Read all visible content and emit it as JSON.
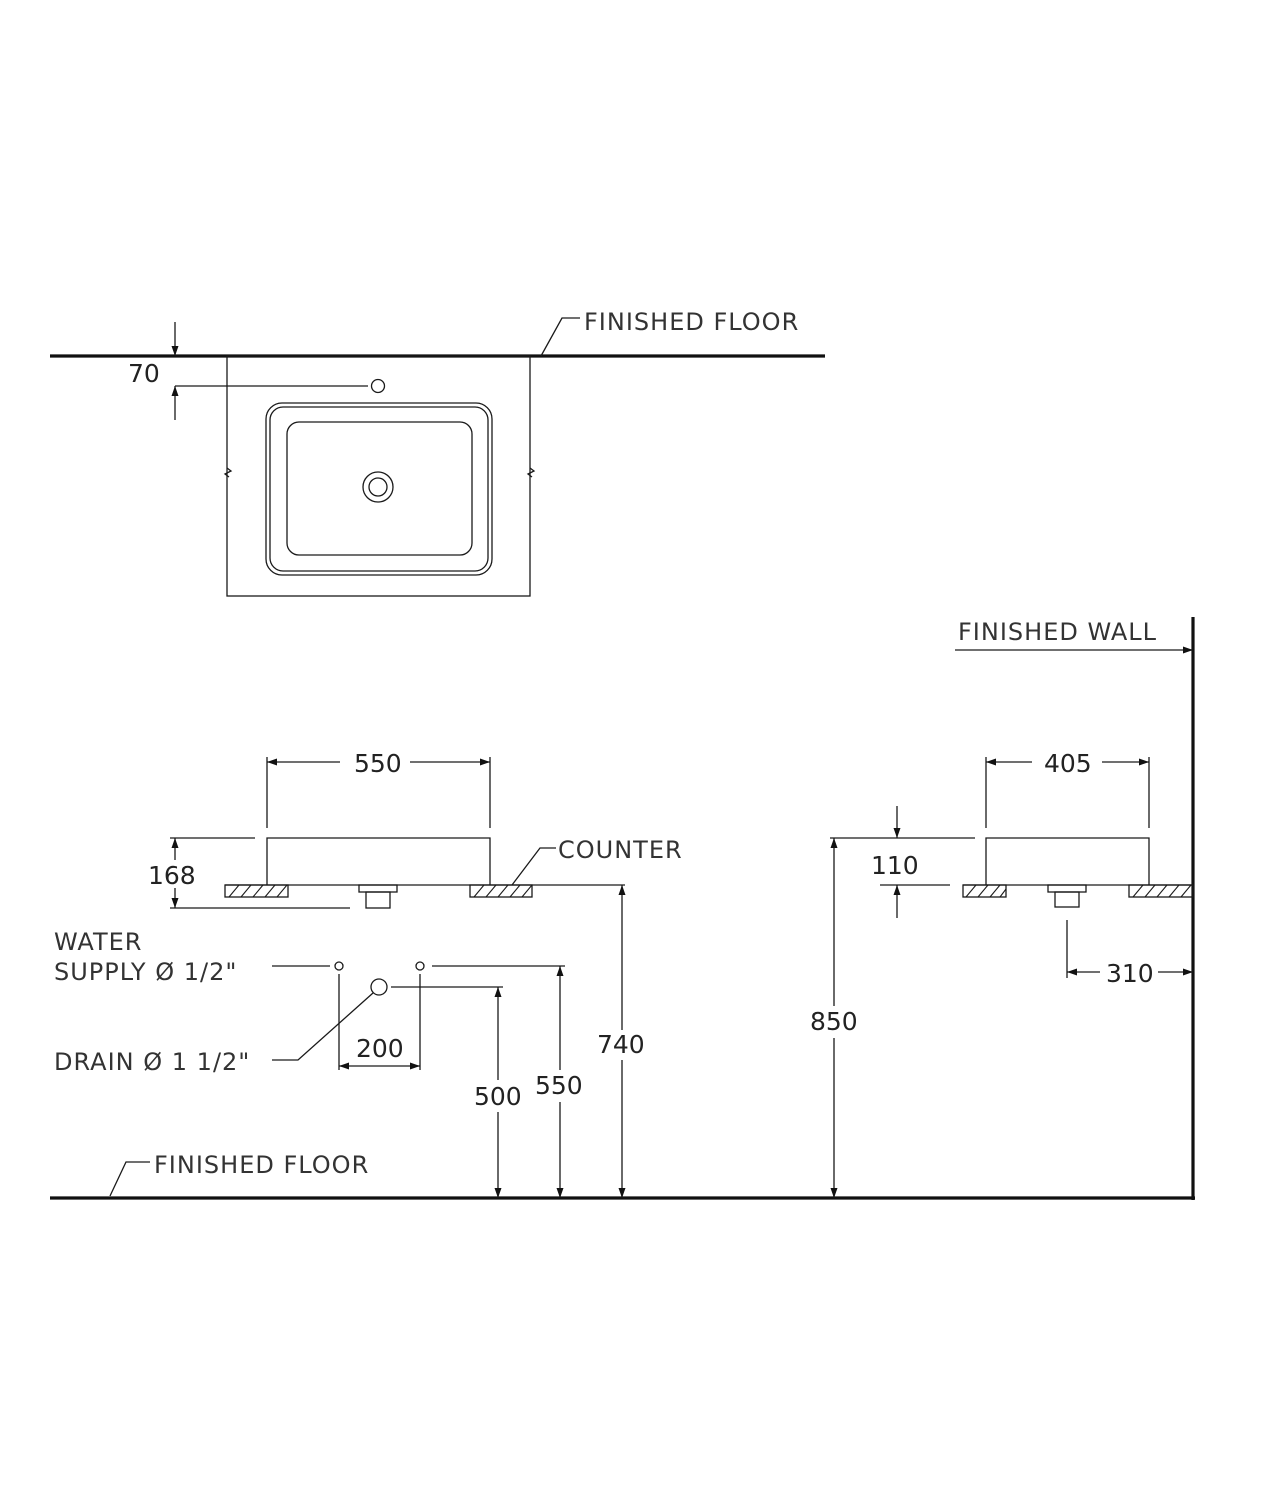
{
  "plan": {
    "floor_label": "FINISHED FLOOR",
    "dim_70": "70"
  },
  "front": {
    "dim_550_width": "550",
    "dim_168": "168",
    "counter_label": "COUNTER",
    "water_label_1": "WATER",
    "water_label_2": "SUPPLY Ø 1/2\"",
    "drain_label": "DRAIN Ø 1 1/2\"",
    "dim_200": "200",
    "dim_500": "500",
    "dim_550_height": "550",
    "dim_740": "740",
    "floor_label": "FINISHED FLOOR"
  },
  "side": {
    "wall_label": "FINISHED WALL",
    "dim_405": "405",
    "dim_110": "110",
    "dim_310": "310",
    "dim_850": "850"
  }
}
